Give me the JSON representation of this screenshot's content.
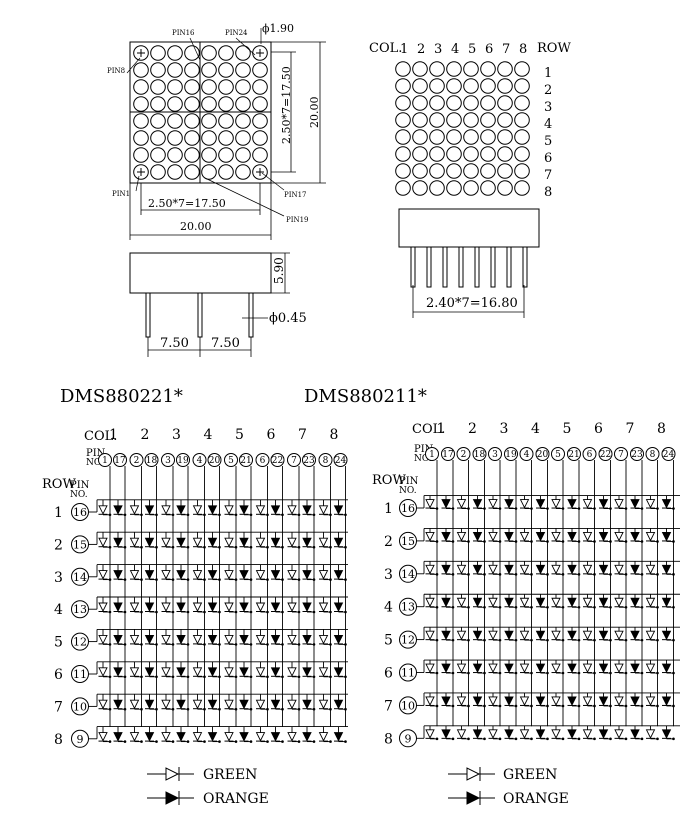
{
  "front_view": {
    "pin_top_left": "PIN16",
    "pin_top_right": "PIN24",
    "pin_left": "PIN8",
    "pin_bottom_left": "PIN1",
    "pin_bottom_right": "PIN17",
    "pin_bottom_mid": "PIN19",
    "led_dia": "ϕ1.90",
    "pitch_h": "2.50*7=17.50",
    "pitch_v": "2.50*7=17.50",
    "width": "20.00",
    "height": "20.00"
  },
  "side_view": {
    "height": "5.90",
    "pin_dia": "ϕ0.45",
    "pin_spacing_left": "7.50",
    "pin_spacing_right": "7.50"
  },
  "right_view": {
    "col_label": "COL.",
    "row_label": "ROW",
    "cols": [
      "1",
      "2",
      "3",
      "4",
      "5",
      "6",
      "7",
      "8"
    ],
    "rows": [
      "1",
      "2",
      "3",
      "4",
      "5",
      "6",
      "7",
      "8"
    ],
    "pin_pitch": "2.40*7=16.80"
  },
  "left_schematic": {
    "model": "DMS880221*",
    "col_label": "COL.",
    "row_label": "ROW",
    "pin_label_top": "PIN",
    "pin_label_bottom": "NO.",
    "col_nums": [
      "1",
      "2",
      "3",
      "4",
      "5",
      "6",
      "7",
      "8"
    ],
    "col_pins": [
      [
        "1",
        "17"
      ],
      [
        "2",
        "18"
      ],
      [
        "3",
        "19"
      ],
      [
        "4",
        "20"
      ],
      [
        "5",
        "21"
      ],
      [
        "6",
        "22"
      ],
      [
        "7",
        "23"
      ],
      [
        "8",
        "24"
      ]
    ],
    "row_nums": [
      "1",
      "2",
      "3",
      "4",
      "5",
      "6",
      "7",
      "8"
    ],
    "row_pins": [
      "16",
      "15",
      "14",
      "13",
      "12",
      "11",
      "10",
      "9"
    ]
  },
  "right_schematic": {
    "model": "DMS880211*",
    "col_label": "COL.",
    "row_label": "ROW",
    "pin_label_top": "PIN",
    "pin_label_bottom": "NO.",
    "col_nums": [
      "1",
      "2",
      "3",
      "4",
      "5",
      "6",
      "7",
      "8"
    ],
    "col_pins": [
      [
        "1",
        "17"
      ],
      [
        "2",
        "18"
      ],
      [
        "3",
        "19"
      ],
      [
        "4",
        "20"
      ],
      [
        "5",
        "21"
      ],
      [
        "6",
        "22"
      ],
      [
        "7",
        "23"
      ],
      [
        "8",
        "24"
      ]
    ],
    "row_nums": [
      "1",
      "2",
      "3",
      "4",
      "5",
      "6",
      "7",
      "8"
    ],
    "row_pins": [
      "16",
      "15",
      "14",
      "13",
      "12",
      "11",
      "10",
      "9"
    ]
  },
  "legend": {
    "green": "GREEN",
    "orange": "ORANGE"
  }
}
